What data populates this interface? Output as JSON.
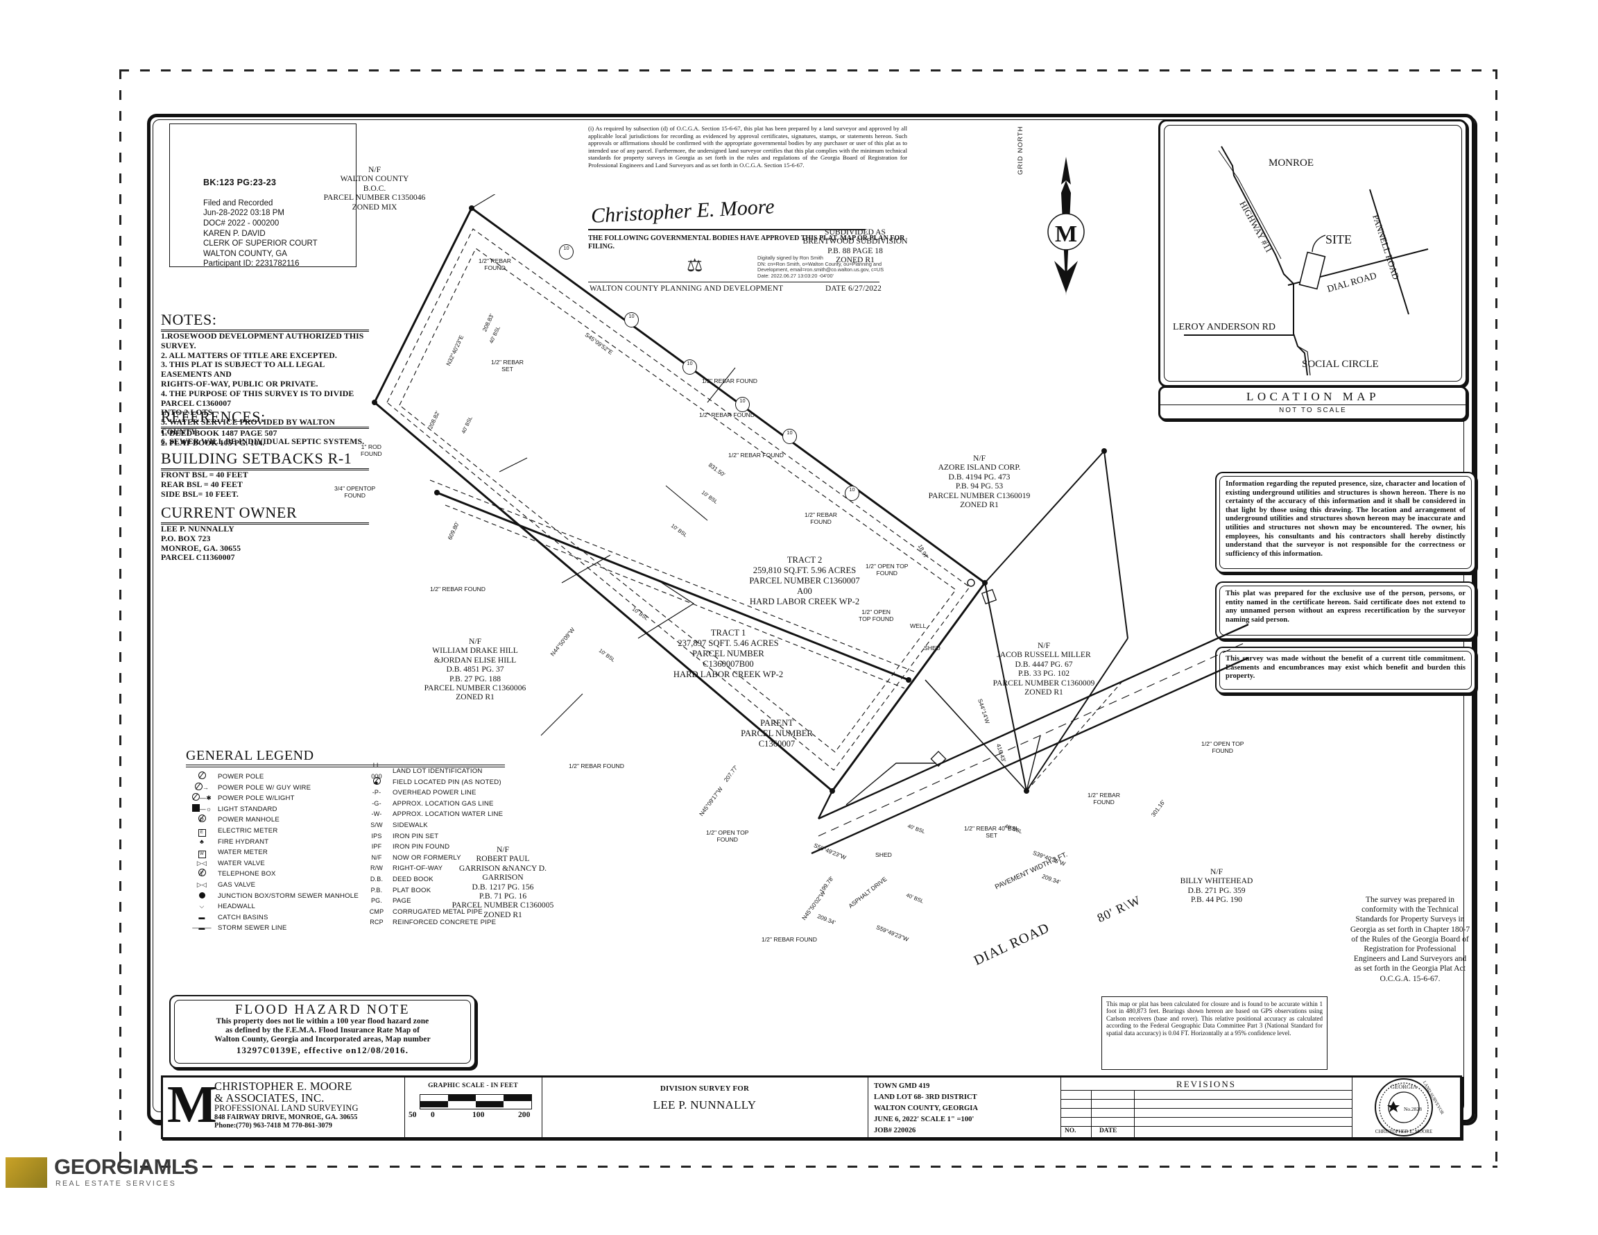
{
  "recording_stamp": {
    "book_page": "BK:123 PG:23-23",
    "lines": "Filed and Recorded\nJun-28-2022 03:18 PM\nDOC# 2022 - 000200\nKAREN P. DAVID\nCLERK OF SUPERIOR COURT\nWALTON COUNTY, GA\nParticipant ID: 2231782116"
  },
  "certification": {
    "text": "(i) As required by subsection (d) of O.C.G.A. Section 15-6-67, this plat has been prepared by a land surveyor and approved by all applicable local jurisdictions for recording as evidenced by approval certificates, signatures, stamps, or statements hereon. Such approvals or affirmations should be confirmed with the appropriate governmental bodies by any purchaser or user of this plat as to intended use of any parcel. Furthermore, the undersigned land surveyor certifies that this plat complies with the minimum technical standards for property surveys in Georgia as set forth in the rules and regulations of the Georgia Board of Registration for Professional Engineers and Land Surveyors and as set forth in O.C.G.A. Section 15-6-67.",
    "signature": "Christopher E. Moore",
    "approval_statement": "THE FOLLOWING GOVERNMENTAL BODIES HAVE APPROVED THIS PLAT, MAP OR PLAN FOR FILING.",
    "digital_signature": "Digitally signed by Ron Smith\nDN: cn=Ron Smith, o=Walton County, ou=Planning and Development, email=ron.smith@co.walton.us.gov, c=US\nDate: 2022.06.27 13:03:20 -04'00'",
    "authority": "WALTON COUNTY PLANNING AND DEVELOPMENT",
    "date_label": "DATE",
    "date_value": "6/27/2022"
  },
  "north_arrow": {
    "label": "GRID NORTH"
  },
  "notes": {
    "title": "NOTES:",
    "items": "1.ROSEWOOD DEVELOPMENT AUTHORIZED THIS SURVEY.\n2. ALL MATTERS OF TITLE ARE EXCEPTED.\n3. THIS PLAT IS SUBJECT TO ALL LEGAL EASEMENTS AND\nRIGHTS-OF-WAY, PUBLIC OR PRIVATE.\n4. THE PURPOSE OF THIS SURVEY IS TO DIVIDE PARCEL  C1360007\nINTO 2 LOTS\n5. WATER SERVICE PROVIDED BY WALTON COUNTY\n6. SEWER  WILL BE INDIVIDUAL SEPTIC SYSTEMS."
  },
  "references": {
    "title": "REFERENCES:",
    "items": "1. DEED BOOK 1487 PAGE 507\n2. PLAT BOOK 105 PG. 104."
  },
  "setbacks": {
    "title": "BUILDING SETBACKS R-1",
    "items": "FRONT BSL = 40 FEET\nREAR BSL = 40 FEET\nSIDE BSL= 10 FEET."
  },
  "current_owner": {
    "title": "CURRENT OWNER",
    "items": "LEE P. NUNNALLY\nP.O. BOX 723\nMONROE, GA. 30655\nPARCEL C11360007"
  },
  "legend": {
    "title": "GENERAL LEGEND",
    "column_a": [
      {
        "symbol": "power-pole-icon",
        "label": "POWER POLE"
      },
      {
        "symbol": "power-pole-guy-icon",
        "label": "POWER POLE W/ GUY WIRE"
      },
      {
        "symbol": "power-pole-light-icon",
        "label": "POWER POLE W/LIGHT"
      },
      {
        "symbol": "light-standard-icon",
        "label": "LIGHT STANDARD"
      },
      {
        "symbol": "power-manhole-icon",
        "label": "POWER MANHOLE"
      },
      {
        "symbol": "electric-meter-icon",
        "label": "ELECTRIC METER"
      },
      {
        "symbol": "fire-hydrant-icon",
        "label": "FIRE HYDRANT"
      },
      {
        "symbol": "water-meter-icon",
        "label": "WATER METER"
      },
      {
        "symbol": "water-valve-icon",
        "label": "WATER VALVE"
      },
      {
        "symbol": "telephone-box-icon",
        "label": "TELEPHONE BOX"
      },
      {
        "symbol": "gas-valve-icon",
        "label": "GAS VALVE"
      },
      {
        "symbol": "junction-box-icon",
        "label": "JUNCTION BOX/STORM SEWER MANHOLE"
      },
      {
        "symbol": "headwall-icon",
        "label": "HEADWALL"
      },
      {
        "symbol": "catch-basin-icon",
        "label": "CATCH BASINS"
      },
      {
        "symbol": "storm-sewer-line-icon",
        "label": "STORM SEWER LINE"
      }
    ],
    "column_b": [
      {
        "symbol": "LL\n000",
        "label": "LAND LOT IDENTIFICATION"
      },
      {
        "symbol": "field-pin-icon",
        "label": "FIELD LOCATED PIN (AS NOTED)"
      },
      {
        "symbol": "-P-",
        "label": "OVERHEAD POWER LINE"
      },
      {
        "symbol": "-G-",
        "label": "APPROX. LOCATION GAS LINE"
      },
      {
        "symbol": "-W-",
        "label": "APPROX. LOCATION WATER LINE"
      },
      {
        "symbol": "S/W",
        "label": "SIDEWALK"
      },
      {
        "symbol": "IPS",
        "label": "IRON PIN SET"
      },
      {
        "symbol": "IPF",
        "label": "IRON PIN FOUND"
      },
      {
        "symbol": "N/F",
        "label": "NOW OR FORMERLY"
      },
      {
        "symbol": "R/W",
        "label": "RIGHT-OF-WAY"
      },
      {
        "symbol": "D.B.",
        "label": "DEED BOOK"
      },
      {
        "symbol": "P.B.",
        "label": "PLAT BOOK"
      },
      {
        "symbol": "PG.",
        "label": "PAGE"
      },
      {
        "symbol": "CMP",
        "label": "CORRUGATED METAL PIPE"
      },
      {
        "symbol": "RCP",
        "label": "REINFORCED CONCRETE PIPE"
      }
    ]
  },
  "flood_note": {
    "title": "FLOOD HAZARD NOTE",
    "body": "This property does not lie within a 100 year flood hazard zone\nas defined by the F.E.M.A. Flood Insurance Rate Map of\nWalton County, Georgia and Incorporated areas, Map number",
    "map_number": "13297C0139E,  effective on12/08/2016."
  },
  "location_map": {
    "title": "LOCATION MAP",
    "subtitle": "NOT TO SCALE",
    "labels": {
      "monroe": "MONROE",
      "highway": "HIGHWAY #11",
      "site": "SITE",
      "pannell": "PANNELL ROAD",
      "dial": "DIAL ROAD",
      "leroy": "LEROY ANDERSON RD",
      "social": "SOCIAL CIRCLE"
    }
  },
  "utility_note": "Information regarding the reputed presence, size, character and location of existing underground utilities and structures is shown hereon.  There is no certainty of the accuracy of this information and it shall be considered in that light by those using this drawing.  The location and arrangement of underground utilities and structures shown hereon may be inaccurate and utilities and structures not shown may be encountered.  The owner, his employees, his consultants and his contractors shall hereby distinctly understand that the surveyor is not responsible for the correctness or sufficiency of this information.",
  "exclusive_note": "This plat was prepared for the exclusive use of the person, persons, or entity named in the certificate hereon.  Said certificate does not extend to any unnamed person without an express recertification by the surveyor naming said person.",
  "title_commitment_note": "This survey was made without the benefit of a current title commitment.  Easements and encumbrances may exist which benefit and burden this property.",
  "conformity_note": "The survey was prepared in conformity with the Technical Standards for Property Surveys in Georgia as set forth in Chapter 180-7 of the Rules of the Georgia Board of Registration for Professional Engineers and Land Surveyors and as set forth in the Georgia Plat Act O.C.G.A. 15-6-67.",
  "closure_note": "This map or plat has been calculated for closure and is found to be accurate within 1 foot in 480,873 feet. Bearings shown hereon are based on GPS observations using Carlson receivers (base and rover). This relative positional accuracy as calculated according to the Federal Geographic Data Committee Part 3 (National Standard for spatial data accuracy) is 0.04 FT. Horizontally at a 95% confidence level.",
  "title_block": {
    "firm_line1": "CHRISTOPHER E. MOORE",
    "firm_line2": "& ASSOCIATES, INC.",
    "firm_line3": "PROFESSIONAL LAND SURVEYING",
    "firm_address": "848 FAIRWAY DRIVE, MONROE, GA. 30655",
    "firm_phone": "Phone:(770) 963-7418 M 770-861-3079",
    "graphic_scale_label": "GRAPHIC SCALE - IN FEET",
    "scale_ticks": [
      "50",
      "0",
      "100",
      "200"
    ],
    "division_for": "DIVISION SURVEY  FOR",
    "division_name": "LEE P. NUNNALLY",
    "gmd": "TOWN GMD 419\nLAND LOT 68- 3RD DISTRICT\nWALTON COUNTY, GEORGIA\nJUNE 6, 2022' SCALE 1\" =100'\nJOB# 220026",
    "revisions_title": "REVISIONS",
    "rev_no": "NO.",
    "rev_date": "DATE",
    "seal_top": "GEORGIA",
    "seal_no": "No.2828",
    "seal_ring1": "CHRISTOPHER E. MOORE",
    "seal_ring2": "LAND SURVEYOR"
  },
  "drawing": {
    "tract2": "TRACT 2\n259,810 SQ.FT. 5.96 ACRES\nPARCEL NUMBER C1360007\nA00\nHARD LABOR CREEK WP-2",
    "tract1": "TRACT 1\n237,897 SQFT. 5.46 ACRES\nPARCEL NUMBER\nC1360007B00\nHARD LABOR CREEK WP-2",
    "parent": "PARENT\nPARCEL NUMBER\nC1360007",
    "subdivided": "SUBDIVIDED AS\nBRENTWOOD SUBDIVISION\nP.B. 88 PAGE 18\nZONED R1",
    "neighbors": [
      {
        "name": "nf-walton-county-boc",
        "text": "N/F\nWALTON COUNTY\nB.O.C.\nPARCEL NUMBER C1350046\nZONED MIX"
      },
      {
        "name": "nf-azore-island-corp",
        "text": "N/F\nAZORE ISLAND CORP.\nD.B. 4194 PG. 473\nP.B. 94 PG. 53\nPARCEL NUMBER C1360019\nZONED R1"
      },
      {
        "name": "nf-jacob-russell-miller",
        "text": "N/F\nJACOB RUSSELL MILLER\nD.B. 4447 PG. 67\nP.B. 33 PG. 102\nPARCEL NUMBER C1360009\nZONED R1"
      },
      {
        "name": "nf-william-drake-hill",
        "text": "N/F\nWILLIAM DRAKE HILL\n&JORDAN ELISE HILL\nD.B. 4851 PG. 37\nP.B. 27 PG. 188\nPARCEL NUMBER C1360006\nZONED R1"
      },
      {
        "name": "nf-robert-paul-garrison",
        "text": "N/F\nROBERT PAUL\nGARRISON &NANCY D.\nGARRISON\nD.B. 1217 PG. 156\nP.B. 71 PG. 16\nPARCEL NUMBER C1360005\nZONED R1"
      },
      {
        "name": "nf-billy-whitehead",
        "text": "N/F\nBILLY WHITEHEAD\nD.B. 271 PG. 359\nP.B. 44 PG. 190"
      }
    ],
    "pins": [
      {
        "name": "pin-rebar-found-nw",
        "text": "1/2\" REBAR\nFOUND"
      },
      {
        "name": "pin-rebar-set",
        "text": "1/2\" REBAR\nSET"
      },
      {
        "name": "pin-rod-found",
        "text": "1\" ROD\nFOUND"
      },
      {
        "name": "pin-opentop-found",
        "text": "3/4\" OPENTOP\nFOUND"
      },
      {
        "name": "pin-rebar-found-a",
        "text": "1/2\" REBAR FOUND"
      },
      {
        "name": "pin-rebar-found-b",
        "text": "1/2\" REBAR FOUND"
      },
      {
        "name": "pin-rebar-found-c",
        "text": "1/2\" REBAR FOUND"
      },
      {
        "name": "pin-rebar-found-d",
        "text": "1/2\" REBAR\nFOUND"
      },
      {
        "name": "pin-rebar-found-e",
        "text": "1/2\" REBAR FOUND"
      },
      {
        "name": "pin-rebar-found-f",
        "text": "1/2\" REBAR FOUND"
      },
      {
        "name": "pin-open-top-found-a",
        "text": "1/2\" OPEN TOP\nFOUND"
      },
      {
        "name": "pin-open-top-found-b",
        "text": "1/2\" OPEN\nTOP FOUND"
      },
      {
        "name": "pin-open-top-found-c",
        "text": "1/2\" OPEN TOP\nFOUND"
      },
      {
        "name": "pin-rebar-set-b",
        "text": "1/2\" REBAR  40' BSL\nSET"
      },
      {
        "name": "pin-rebar-found-g",
        "text": "1/2\" REBAR\nFOUND"
      },
      {
        "name": "pin-opentop-found-d",
        "text": "1/2\" OPEN TOP\nFOUND"
      }
    ],
    "bearings": [
      {
        "name": "bearing-n32-42-e",
        "text": "N32°40'23\"E"
      },
      {
        "name": "dist-208-83",
        "text": "208.83'"
      },
      {
        "name": "dist-208-82",
        "text": "208.82'"
      },
      {
        "name": "dist-609-80",
        "text": "609.80'"
      },
      {
        "name": "bearing-s45-09-52-e",
        "text": "S45°09'52\"E"
      },
      {
        "name": "dist-831-50",
        "text": "831.50'"
      },
      {
        "name": "bearing-n44-50-09-w",
        "text": "N44°50'09\"W"
      },
      {
        "name": "bearing-n45-09-17-w",
        "text": "N45°09'17\"W"
      },
      {
        "name": "dist-207-77",
        "text": "207.77'"
      },
      {
        "name": "dist-199-78",
        "text": "199.78'"
      },
      {
        "name": "bearing-n45-50-02-w",
        "text": "N45°50'02\"W"
      },
      {
        "name": "bearing-s44-14-wc",
        "text": "S44°14'W"
      },
      {
        "name": "dist-416-43",
        "text": "416.43'"
      },
      {
        "name": "dist-301-16",
        "text": "301.16'"
      },
      {
        "name": "bearing-s39-40-35-w",
        "text": "S39°40'35\"W"
      },
      {
        "name": "dist-209-34-a",
        "text": "209.34'"
      },
      {
        "name": "bearing-s59-49-23-w-a",
        "text": "S59°49'23\"W"
      },
      {
        "name": "dist-209-34-b",
        "text": "209.34'"
      },
      {
        "name": "bearing-s59-49-23-w-b",
        "text": "S59°49'23\"W"
      },
      {
        "name": "dist-18-97",
        "text": "18.97'"
      }
    ],
    "bsl_labels": [
      "40' BSL",
      "40' BSL",
      "10' BSL",
      "10' BSL",
      "10' BSL",
      "10' BSL",
      "40' BSL",
      "40' BSL",
      "40' BSL"
    ],
    "features": [
      {
        "name": "well-label",
        "text": "WELL"
      },
      {
        "name": "shed-label-a",
        "text": "SHED"
      },
      {
        "name": "shed-label-b",
        "text": "SHED"
      },
      {
        "name": "asphalt-drive-label",
        "text": "ASPHALT DRIVE"
      },
      {
        "name": "road-name",
        "text": "DIAL ROAD"
      },
      {
        "name": "road-rw",
        "text": "80' R\\W"
      },
      {
        "name": "pavement-width",
        "text": "PAVEMENT WIDTH 3 FT."
      }
    ],
    "land_lot_markers": [
      "10",
      "10",
      "10",
      "10",
      "10",
      "10"
    ]
  },
  "watermark": {
    "name": "GEORGIAMLS",
    "subtitle": "REAL ESTATE SERVICES"
  }
}
